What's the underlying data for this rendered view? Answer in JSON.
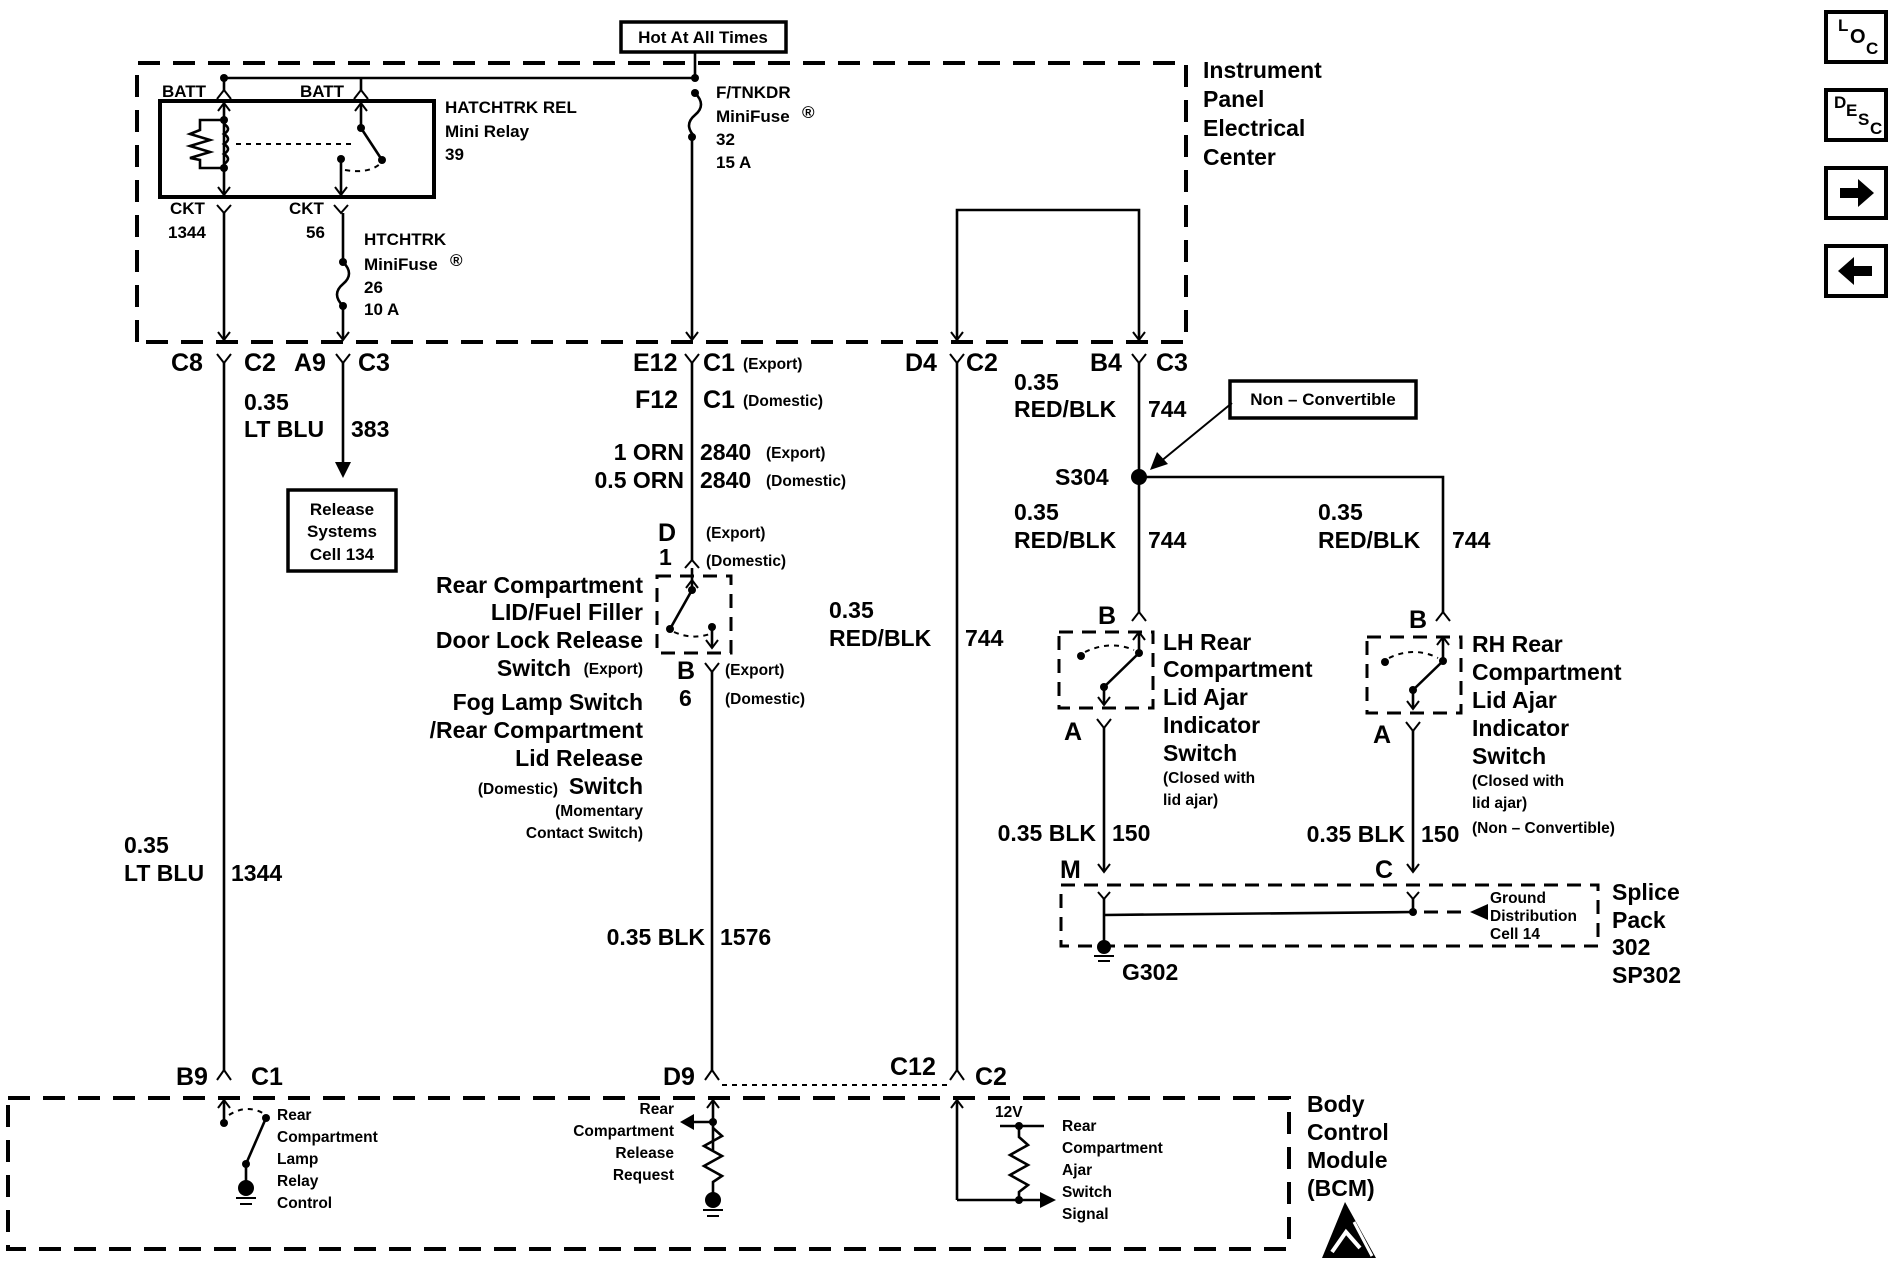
{
  "hot_label": "Hot At All Times",
  "ipec": {
    "title": [
      "Instrument",
      "Panel",
      "Electrical",
      "Center"
    ],
    "batt_left": "BATT",
    "batt_right": "BATT",
    "relay": {
      "name": "HATCHTRK REL",
      "type": "Mini Relay",
      "number": "39"
    },
    "ckt_left": {
      "label": "CKT",
      "number": "1344"
    },
    "ckt_right": {
      "label": "CKT",
      "number": "56"
    },
    "fuse_htchtrk": {
      "name": "HTCHTRK",
      "type": "MiniFuse",
      "mark": "®",
      "number": "26",
      "rating": "10 A"
    },
    "fuse_ftnkdr": {
      "name": "F/TNKDR",
      "type": "MiniFuse",
      "mark": "®",
      "number": "32",
      "rating": "15 A"
    }
  },
  "connectors_top": {
    "c8": "C8",
    "c2a": "C2",
    "a9": "A9",
    "c3a": "C3",
    "e12": "E12",
    "c1_export": "C1",
    "export_tag": "(Export)",
    "f12": "F12",
    "c1_domestic": "C1",
    "domestic_tag": "(Domestic)",
    "d4": "D4",
    "c2b": "C2",
    "b4": "B4",
    "c3b": "C3"
  },
  "wires": {
    "w383": {
      "gauge": "0.35",
      "color": "LT BLU",
      "circuit": "383"
    },
    "w2840_export": {
      "gauge_color": "1 ORN",
      "circuit": "2840",
      "tag": "(Export)"
    },
    "w2840_domestic": {
      "gauge_color": "0.5 ORN",
      "circuit": "2840",
      "tag": "(Domestic)"
    },
    "w744_top": {
      "gauge": "0.35",
      "color": "RED/BLK",
      "circuit": "744"
    },
    "w744_mid": {
      "gauge": "0.35",
      "color": "RED/BLK",
      "circuit": "744"
    },
    "w744_right": {
      "gauge": "0.35",
      "color": "RED/BLK",
      "circuit": "744"
    },
    "w744_d4": {
      "gauge": "0.35",
      "color": "RED/BLK",
      "circuit": "744"
    },
    "w1344": {
      "gauge": "0.35",
      "color": "LT BLU",
      "circuit": "1344"
    },
    "w1576": {
      "gauge_color": "0.35 BLK",
      "circuit": "1576"
    },
    "w150_lh": {
      "gauge_color": "0.35 BLK",
      "circuit": "150"
    },
    "w150_rh": {
      "gauge_color": "0.35 BLK",
      "circuit": "150",
      "tag": "(Non – Convertible)"
    }
  },
  "release_box": [
    "Release",
    "Systems",
    "Cell 134"
  ],
  "switch_release": {
    "pin_d": "D",
    "pin_d_tag": "(Export)",
    "pin_1": "1",
    "pin_1_tag": "(Domestic)",
    "pin_b": "B",
    "pin_b_tag": "(Export)",
    "pin_6": "6",
    "pin_6_tag": "(Domestic)",
    "label_export": [
      "Rear Compartment",
      "LID/Fuel Filler",
      "Door Lock Release",
      "Switch"
    ],
    "export_tag": "(Export)",
    "label_domestic": [
      "Fog Lamp Switch",
      "/Rear Compartment",
      "Lid Release",
      "Switch"
    ],
    "domestic_tag": "(Domestic)",
    "note": [
      "(Momentary",
      "Contact Switch)"
    ]
  },
  "non_convertible_label": "Non – Convertible",
  "splice_s304": "S304",
  "lh_switch": {
    "pin_b": "B",
    "pin_a": "A",
    "label": [
      "LH Rear",
      "Compartment",
      "Lid Ajar",
      "Indicator",
      "Switch"
    ],
    "note": [
      "(Closed with",
      "lid ajar)"
    ]
  },
  "rh_switch": {
    "pin_b": "B",
    "pin_a": "A",
    "label": [
      "RH Rear",
      "Compartment",
      "Lid Ajar",
      "Indicator",
      "Switch"
    ],
    "note": [
      "(Closed with",
      "lid ajar)"
    ]
  },
  "splice_pack": {
    "pin_m": "M",
    "pin_c": "C",
    "title": [
      "Splice",
      "Pack",
      "302",
      "SP302"
    ],
    "ground": "G302",
    "ground_ref": [
      "Ground",
      "Distribution",
      "Cell 14"
    ]
  },
  "bcm": {
    "title": [
      "Body",
      "Control",
      "Module",
      "(BCM)"
    ],
    "b9": "B9",
    "c1": "C1",
    "d9": "D9",
    "c12": "C12",
    "c2": "C2",
    "lamp_relay": [
      "Rear",
      "Compartment",
      "Lamp",
      "Relay",
      "Control"
    ],
    "release_request": [
      "Rear",
      "Compartment",
      "Release",
      "Request"
    ],
    "voltage": "12V",
    "ajar_signal": [
      "Rear",
      "Compartment",
      "Ajar",
      "Switch",
      "Signal"
    ]
  },
  "nav": {
    "loc": {
      "letters": [
        "L",
        "O",
        "C"
      ]
    },
    "desc": {
      "letters": [
        "D",
        "E",
        "S",
        "C"
      ]
    },
    "next": "arrow-right",
    "prev": "arrow-left"
  }
}
